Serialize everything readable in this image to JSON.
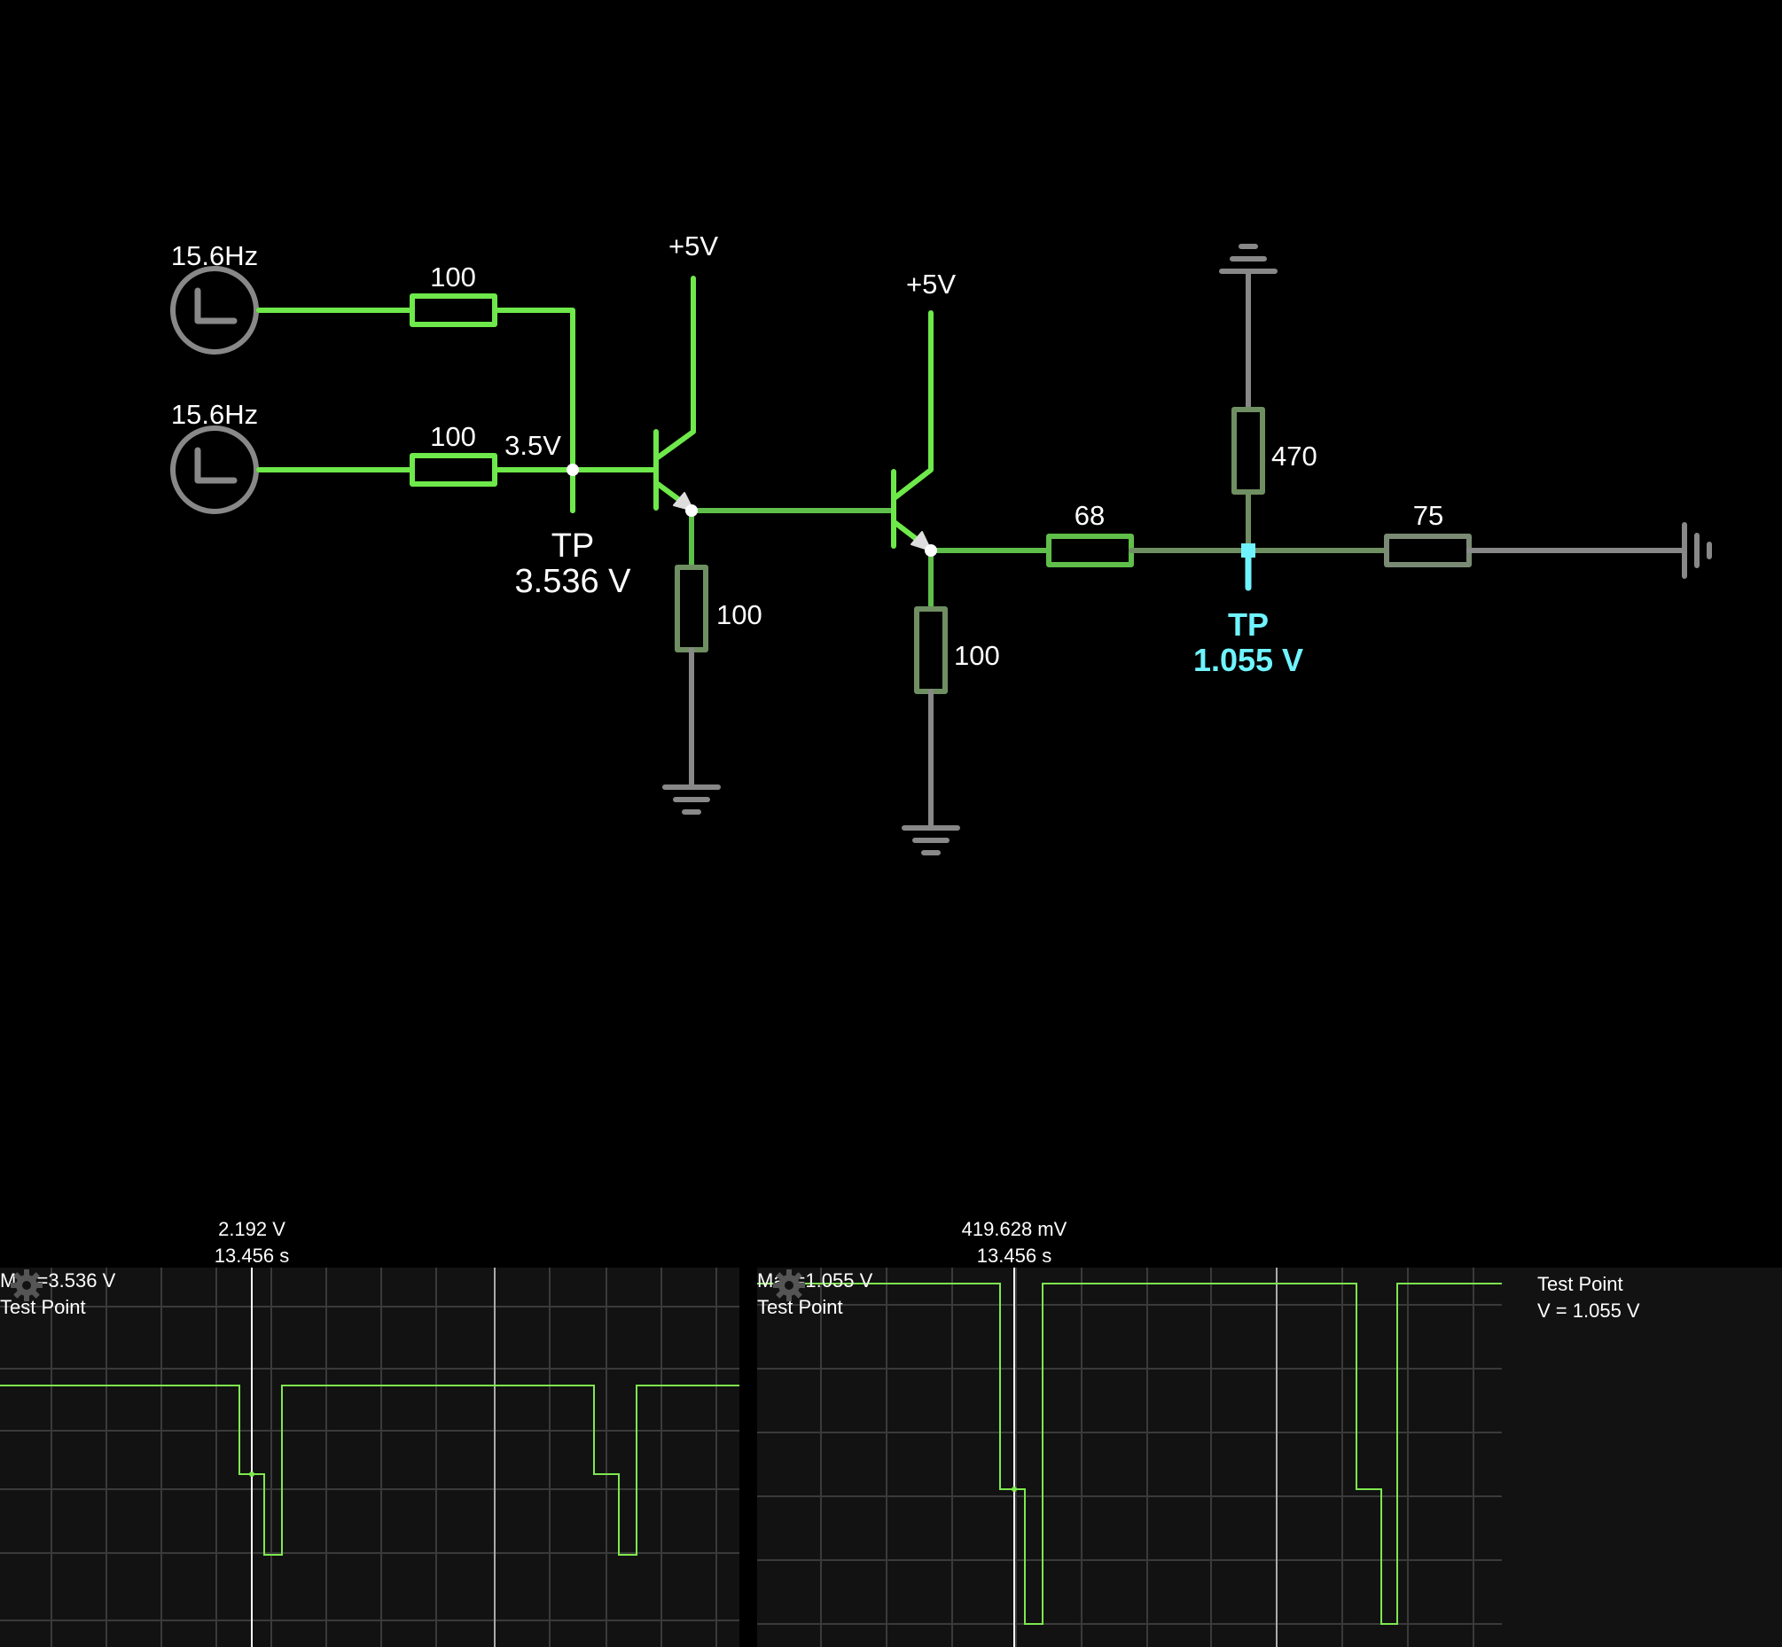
{
  "circuit": {
    "source1": {
      "freq": "15.6Hz"
    },
    "source2": {
      "freq": "15.6Hz"
    },
    "r_in1": "100",
    "r_in2": "100",
    "node_voltage_label": "3.5V",
    "supply1": "+5V",
    "supply2": "+5V",
    "r_e1": "100",
    "r_e2": "100",
    "r_series": "68",
    "r_pull": "470",
    "r_load": "75",
    "tp1": {
      "name": "TP",
      "value": "3.536 V"
    },
    "tp2": {
      "name": "TP",
      "value": "1.055 V"
    },
    "colors": {
      "wire_bright": "#6ee84a",
      "wire_mid": "#5fbf4a",
      "wire_gray": "#888888",
      "highlight": "#6ff4ff"
    }
  },
  "scope1": {
    "max": "Max=3.536 V",
    "name": "Test Point",
    "cursor_v": "2.192 V",
    "cursor_t": "13.456 s",
    "settings_icon": "gear-icon"
  },
  "scope2": {
    "max": "Max=1.055 V",
    "name": "Test Point",
    "cursor_v": "419.628 mV",
    "cursor_t": "13.456 s",
    "settings_icon": "gear-icon"
  },
  "info_panel": {
    "title": "Test Point",
    "value": "V = 1.055 V"
  }
}
